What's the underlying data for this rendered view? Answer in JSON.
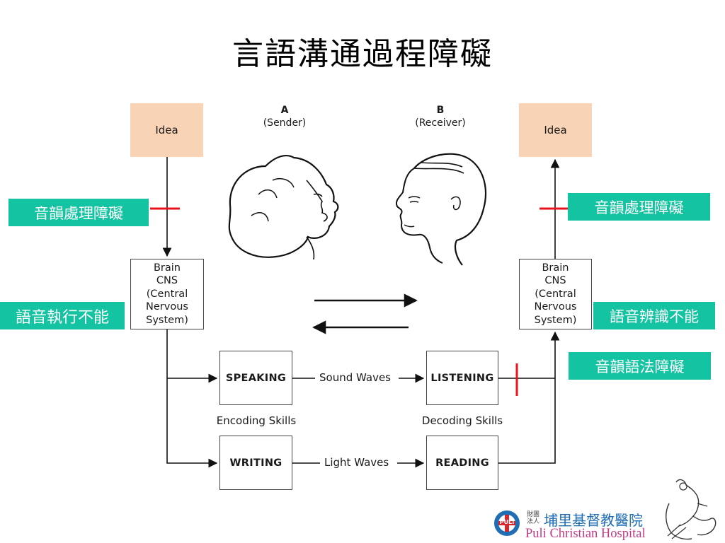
{
  "title": "言語溝通過程障礙",
  "sender": {
    "letter": "A",
    "role": "(Sender)"
  },
  "receiver": {
    "letter": "B",
    "role": "(Receiver)"
  },
  "left": {
    "idea": "Idea",
    "brain": "Brain\nCNS\n(Central\nNervous\nSystem)"
  },
  "right": {
    "idea": "Idea",
    "brain": "Brain\nCNS\n(Central\nNervous\nSystem)"
  },
  "skills": {
    "speaking": "SPEAKING",
    "writing": "WRITING",
    "listening": "LISTENING",
    "reading": "READING",
    "sound_waves": "Sound Waves",
    "light_waves": "Light Waves",
    "encoding": "Encoding Skills",
    "decoding": "Decoding Skills"
  },
  "disorders": {
    "left_phonological": "音韻處理障礙",
    "left_speech": "語音執行不能",
    "right_phonological": "音韻處理障礙",
    "right_speech": "語音辨識不能",
    "right_syntax": "音韻語法障礙"
  },
  "logo": {
    "org_small": "財團法人",
    "name_zh": "埔里基督教醫院",
    "name_en": "Puli Christian Hospital",
    "badge": "PULI"
  },
  "colors": {
    "idea_fill": "#f9d3b5",
    "teal": "#14c3a1",
    "barrier_red": "#e8141b"
  }
}
